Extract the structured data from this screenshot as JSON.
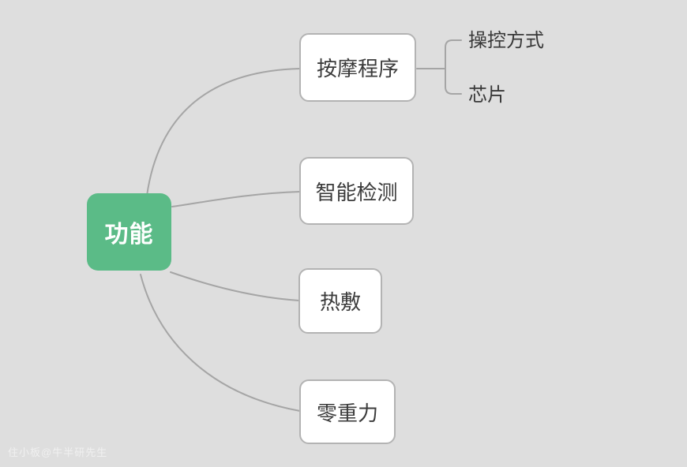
{
  "root": {
    "label": "功能"
  },
  "branches": [
    {
      "label": "按摩程序",
      "children": [
        {
          "label": "操控方式"
        },
        {
          "label": "芯片"
        }
      ]
    },
    {
      "label": "智能检测"
    },
    {
      "label": "热敷"
    },
    {
      "label": "零重力"
    }
  ],
  "watermark": "住小板@牛半研先生",
  "colors": {
    "background": "#dedede",
    "root_fill": "#5bbb87",
    "root_text": "#ffffff",
    "branch_fill": "#ffffff",
    "branch_border": "#b3b3b3",
    "branch_text": "#3b3b3b",
    "connector": "#a5a5a5"
  }
}
